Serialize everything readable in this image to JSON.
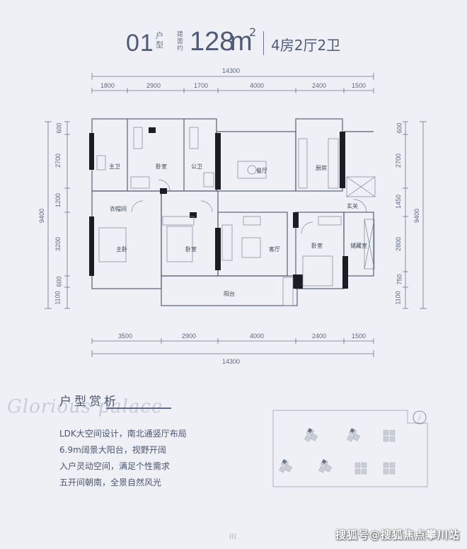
{
  "header": {
    "unit_no": "01",
    "unit_type_label": "户型",
    "area_label": "建面约",
    "area_value": "128",
    "area_unit": "m",
    "area_sup": "2",
    "layout": "4房2厅2卫"
  },
  "dimensions": {
    "total_top": "14300",
    "total_bottom": "14300",
    "top": [
      "1800",
      "2900",
      "1700",
      "4000",
      "2400",
      "1500"
    ],
    "bottom": [
      "3500",
      "2900",
      "4000",
      "2400",
      "1500"
    ],
    "left": [
      "600",
      "2700",
      "1200",
      "3200",
      "600",
      "1100"
    ],
    "left_total": "9400",
    "right": [
      "600",
      "2700",
      "1450",
      "2800",
      "750",
      "1100"
    ],
    "right_total": "9400"
  },
  "rooms": {
    "master_bath": "主卫",
    "bedroom_a": "卧室",
    "public_bath": "公卫",
    "dining": "餐厅",
    "kitchen": "厨房",
    "closet": "衣帽间",
    "entrance": "玄关",
    "master_bed": "主卧",
    "bedroom_b": "卧室",
    "living": "客厅",
    "bedroom_c": "卧室",
    "storage": "储藏室",
    "balcony": "阳台"
  },
  "analysis": {
    "title": "户型赏析",
    "script": "Glorious palace",
    "points": [
      "LDK大空间设计，南北通竖厅布局",
      "6.9m阔景大阳台，视野开阔",
      "入户灵动空间，满足个性需求",
      "五开间朝南，全景自然风光"
    ]
  },
  "watermark": "搜狐号@搜狐焦点攀川站",
  "bottom_mark": "((( ",
  "colors": {
    "background": "#eef0f5",
    "text": "#4f5b74",
    "wall": "#1c1d22",
    "line": "#6b7488"
  }
}
